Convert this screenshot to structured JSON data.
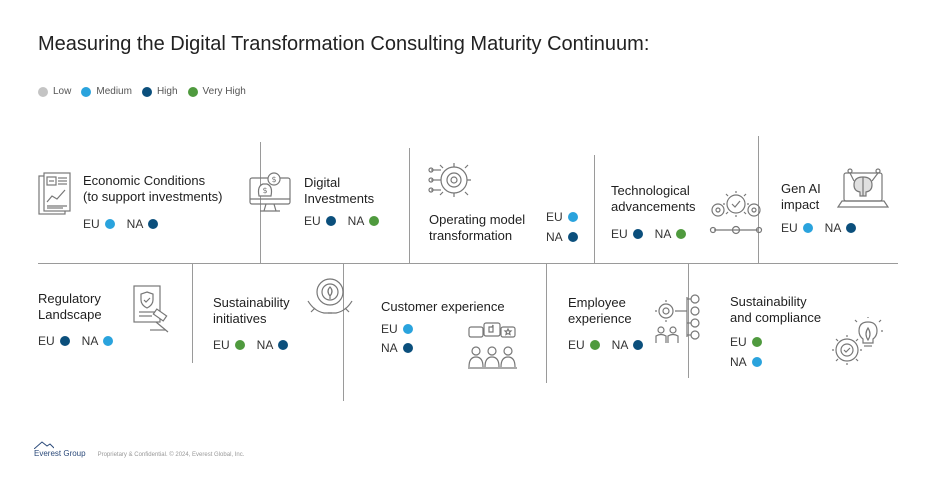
{
  "title": "Measuring the Digital Transformation Consulting Maturity Continuum:",
  "legend": [
    {
      "label": "Low",
      "color": "#c4c4c4"
    },
    {
      "label": "Medium",
      "color": "#2aa3dd"
    },
    {
      "label": "High",
      "color": "#0b4f7c"
    },
    {
      "label": "Very High",
      "color": "#4f9a3e"
    }
  ],
  "top_items": [
    {
      "label1": "Economic Conditions",
      "label2": "(to support investments)",
      "eu": "EU",
      "eu_color": "#2aa3dd",
      "na": "NA",
      "na_color": "#0b4f7c",
      "icon": "economic-report-icon"
    },
    {
      "label1": "Digital",
      "label2": "Investments",
      "eu": "EU",
      "eu_color": "#0b4f7c",
      "na": "NA",
      "na_color": "#4f9a3e",
      "icon": "money-monitor-icon"
    },
    {
      "label1": "Operating model",
      "label2": "transformation",
      "eu": "EU",
      "eu_color": "#2aa3dd",
      "na": "NA",
      "na_color": "#0b4f7c",
      "icon": "gear-network-icon"
    },
    {
      "label1": "Technological",
      "label2": "advancements",
      "eu": "EU",
      "eu_color": "#0b4f7c",
      "na": "NA",
      "na_color": "#4f9a3e",
      "icon": "gears-circuit-icon"
    },
    {
      "label1": "Gen AI",
      "label2": "impact",
      "eu": "EU",
      "eu_color": "#2aa3dd",
      "na": "NA",
      "na_color": "#0b4f7c",
      "icon": "ai-brain-laptop-icon"
    }
  ],
  "bottom_items": [
    {
      "label1": "Regulatory",
      "label2": "Landscape",
      "eu": "EU",
      "eu_color": "#0b4f7c",
      "na": "NA",
      "na_color": "#2aa3dd",
      "icon": "gavel-document-icon"
    },
    {
      "label1": "Sustainability",
      "label2": "initiatives",
      "eu": "EU",
      "eu_color": "#4f9a3e",
      "na": "NA",
      "na_color": "#0b4f7c",
      "icon": "eco-globe-hands-icon"
    },
    {
      "label1": "Customer experience",
      "label2": "",
      "eu": "EU",
      "eu_color": "#2aa3dd",
      "na": "NA",
      "na_color": "#0b4f7c",
      "icon": "customer-feedback-icon"
    },
    {
      "label1": "Employee",
      "label2": "experience",
      "eu": "EU",
      "eu_color": "#4f9a3e",
      "na": "NA",
      "na_color": "#0b4f7c",
      "icon": "employee-checklist-icon"
    },
    {
      "label1": "Sustainability",
      "label2": "and compliance",
      "eu": "EU",
      "eu_color": "#4f9a3e",
      "na": "NA",
      "na_color": "#2aa3dd",
      "icon": "eco-bulb-gear-icon"
    }
  ],
  "footer": {
    "logo": "Everest Group",
    "confidential": "Proprietary & Confidential. © 2024, Everest Global, Inc."
  }
}
